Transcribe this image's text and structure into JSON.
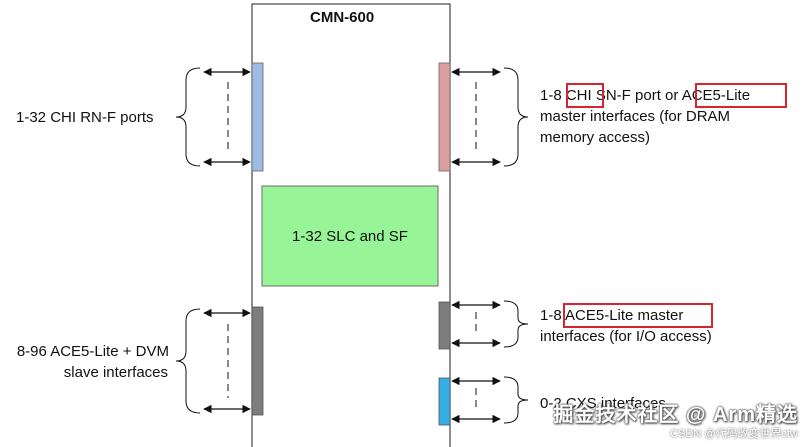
{
  "title": "CMN-600",
  "slc_label": "1-32 SLC and SF",
  "left_top_label": "1-32 CHI RN-F ports",
  "left_bottom_label": [
    "8-96 ACE5-Lite + DVM",
    "slave interfaces"
  ],
  "right_top_label": [
    "1-8 CHI SN-F port or ACE5-Lite",
    "master interfaces (for DRAM",
    "memory access)"
  ],
  "right_mid_label": [
    "1-8 ACE5-Lite master",
    "interfaces (for I/O access)"
  ],
  "right_bottom_label": "0-2 CXS interfaces",
  "highlights": [
    "CHI",
    "ACE5-Lite",
    "ACE5-Lite master"
  ],
  "watermark": {
    "main": "掘金技术社区 @ Arm精选",
    "sub": "CSDN @代码改变世界ctw"
  },
  "colors": {
    "rn_port": "#9dbbe3",
    "sn_port": "#d99f9f",
    "io_port": "#7d7d7d",
    "slave_port": "#7d7d7d",
    "cxs_port": "#36aee6",
    "slc_fill": "#98f597",
    "slc_border": "#6b6b6b",
    "highlight": "#d9232e"
  }
}
